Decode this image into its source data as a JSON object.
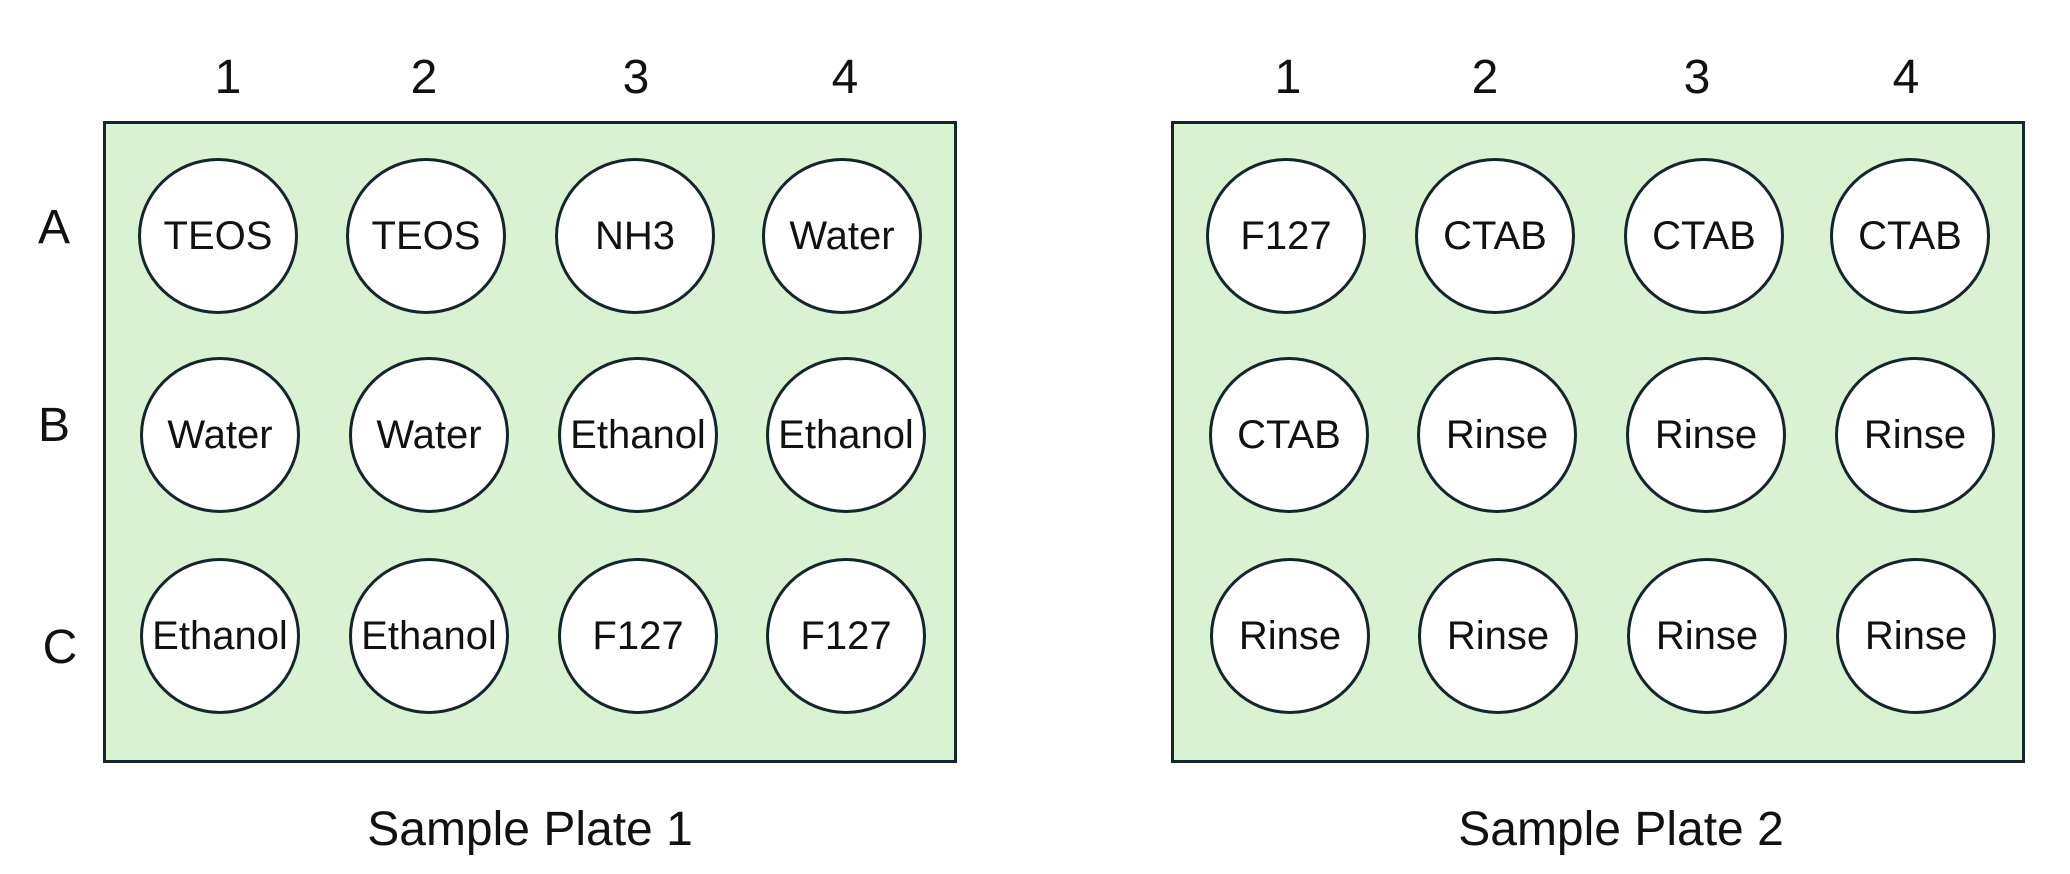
{
  "plates": [
    {
      "title": "Sample Plate 1",
      "columns": [
        "1",
        "2",
        "3",
        "4"
      ],
      "rows": [
        {
          "label": "A",
          "wells": [
            "TEOS",
            "TEOS",
            "NH3",
            "Water"
          ]
        },
        {
          "label": "B",
          "wells": [
            "Water",
            "Water",
            "Ethanol",
            "Ethanol"
          ]
        },
        {
          "label": "C",
          "wells": [
            "Ethanol",
            "Ethanol",
            "F127",
            "F127"
          ]
        }
      ]
    },
    {
      "title": "Sample Plate 2",
      "columns": [
        "1",
        "2",
        "3",
        "4"
      ],
      "rows": [
        {
          "label": "",
          "wells": [
            "F127",
            "CTAB",
            "CTAB",
            "CTAB"
          ]
        },
        {
          "label": "",
          "wells": [
            "CTAB",
            "Rinse",
            "Rinse",
            "Rinse"
          ]
        },
        {
          "label": "",
          "wells": [
            "Rinse",
            "Rinse",
            "Rinse",
            "Rinse"
          ]
        }
      ]
    }
  ],
  "colors": {
    "plate_fill": "#d9f2d1",
    "outline": "#14252e",
    "well_fill": "#ffffff"
  }
}
